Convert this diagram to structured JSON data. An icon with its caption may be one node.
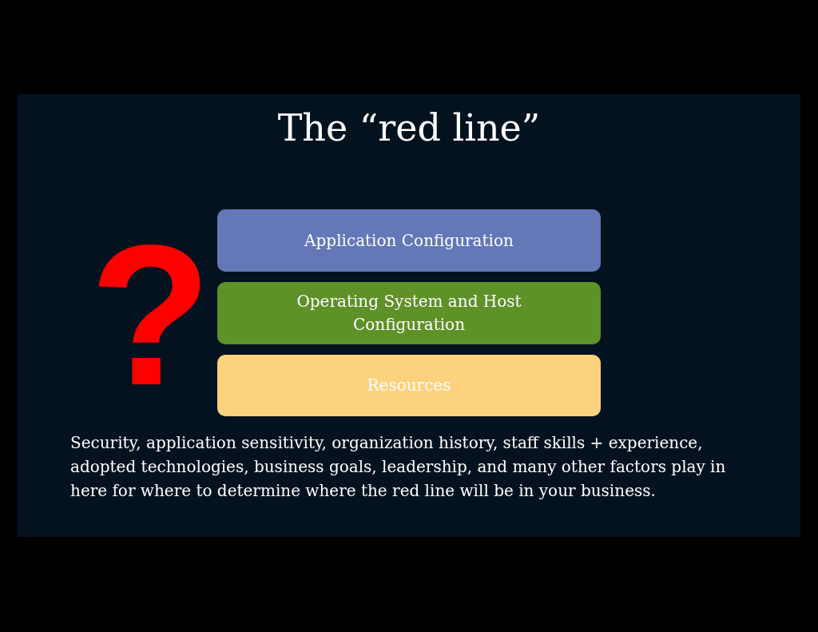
{
  "diagram": {
    "title": "The “red line”",
    "nodes": [
      {
        "text": [
          "Application Configuration"
        ]
      },
      {
        "text": [
          "Operating System and Host Configuration"
        ]
      },
      {
        "text": [
          "Resources"
        ]
      }
    ],
    "labels": [
      "?",
      "Security, application sensitivity, organization history, staff skills + experience, adopted technologies, business goals, leadership, and many other factors play in here for where to determine where the red line will be in your business."
    ]
  }
}
